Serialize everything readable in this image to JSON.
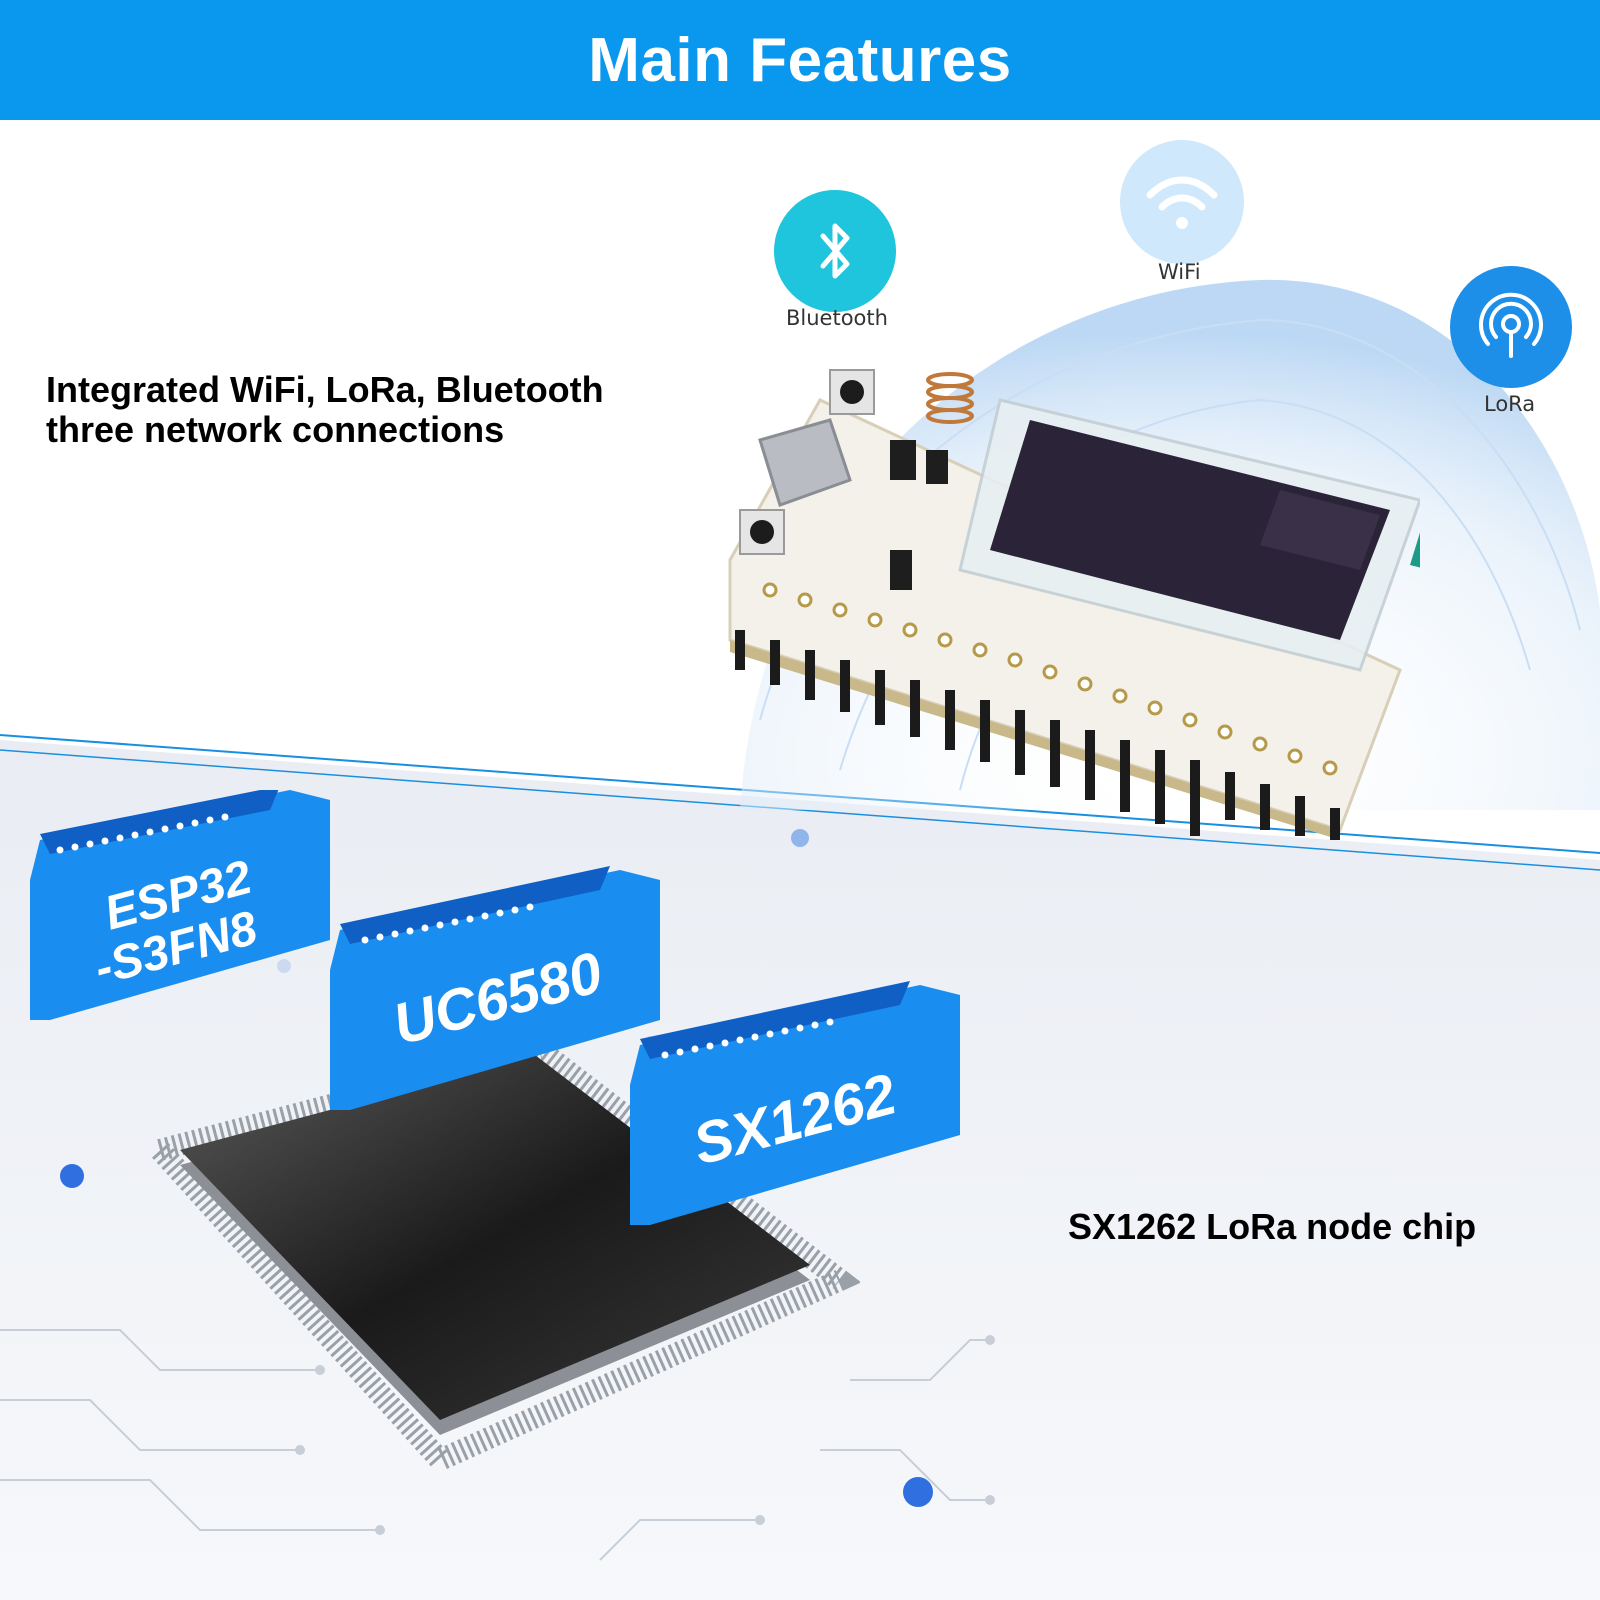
{
  "header": {
    "title": "Main Features"
  },
  "features": {
    "network_line1": "Integrated WiFi, LoRa, Bluetooth",
    "network_line2": "three network connections",
    "lora_chip": "SX1262 LoRa node chip"
  },
  "network_icons": [
    {
      "label": "Bluetooth",
      "icon": "bluetooth-icon",
      "color": "#1fc4dd"
    },
    {
      "label": "WiFi",
      "icon": "wifi-icon",
      "color": "#cfe8fb"
    },
    {
      "label": "LoRa",
      "icon": "lora-antenna-icon",
      "color": "#1e8fe8"
    }
  ],
  "chip_tags": {
    "esp32_line1": "ESP32",
    "esp32_line2": "-S3FN8",
    "uc6580": "UC6580",
    "sx1262": "SX1262"
  },
  "colors": {
    "accent": "#0a98ee",
    "tag_blue": "#1a8df0"
  }
}
